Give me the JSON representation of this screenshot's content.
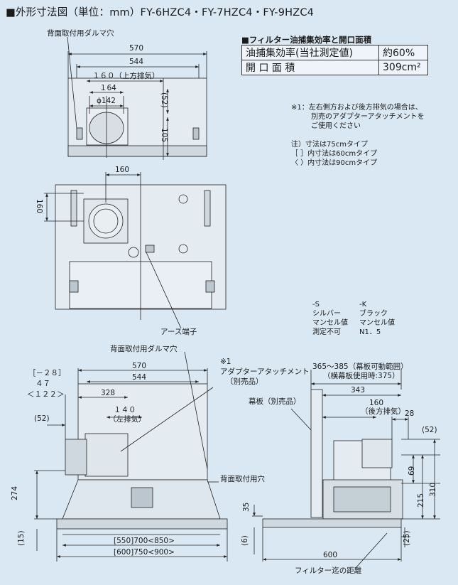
{
  "title": "■外形寸法図（単位：mm）FY-6HZC4・FY-7HZC4・FY-9HZC4",
  "spec": {
    "heading": "■フィルター油捕集効率と開口面積",
    "rows": [
      {
        "label": "油捕集効率(当社測定値)",
        "value": "約60%"
      },
      {
        "label": "開 口 面 積",
        "value": "309cm²"
      }
    ]
  },
  "notes": {
    "n1_mark": "※1：",
    "n1_lines": [
      "左右側方および後方排気の場合は、",
      "別売のアダプターアタッチメントを",
      "ご使用ください"
    ],
    "dim_lines": [
      "注）寸法は75cmタイプ",
      "［ ］内寸法は60cmタイプ",
      "〈 〉内寸法は90cmタイプ"
    ]
  },
  "colors": {
    "headers": [
      "-S",
      "-K"
    ],
    "row1": [
      "シルバー",
      "ブラック"
    ],
    "row2": [
      "マンセル値",
      "マンセル値"
    ],
    "row3": [
      "測定不可",
      "N1．5"
    ]
  },
  "labels": {
    "top_hole": "背面取付用ダルマ穴",
    "earth": "アース端子",
    "mid_hole": "背面取付用ダルマ穴",
    "adapter_mark": "※1",
    "adapter": "アダプターアタッチメント",
    "adapter_sub": "（別売品）",
    "back_hole": "背面取付用穴",
    "makuita": "幕板（別売品）",
    "range": "365～385（幕板可動範囲）",
    "range_sub": "（横幕板使用時:375）",
    "filter_dist": "フィルター迄の距離"
  },
  "dims": {
    "t570": "570",
    "t544": "544",
    "t160up": "１６０（上方排気）",
    "t164": "１64",
    "t142": "ϕ142",
    "t52": "(52)",
    "t105": "105",
    "p160": "160",
    "p160v": "160",
    "b_28": "［－２８］",
    "b47": "４７",
    "b122": "＜１２２＞",
    "b570": "570",
    "b544": "544",
    "b328": "328",
    "b140": "１４０",
    "b140s": "（左排気）",
    "b52": "(52)",
    "b274": "274",
    "b15": "(15)",
    "b550": "[550]700<850>",
    "b600": "[600]750<900>",
    "s343": "343",
    "s160": "160",
    "s160sub": "（後方排気）",
    "s28": "28",
    "s52": "(52)",
    "s69": "69",
    "s215": "215",
    "s310": "310",
    "s35": "35",
    "s6": "(6)",
    "s600": "600",
    "s25": "(25)"
  }
}
